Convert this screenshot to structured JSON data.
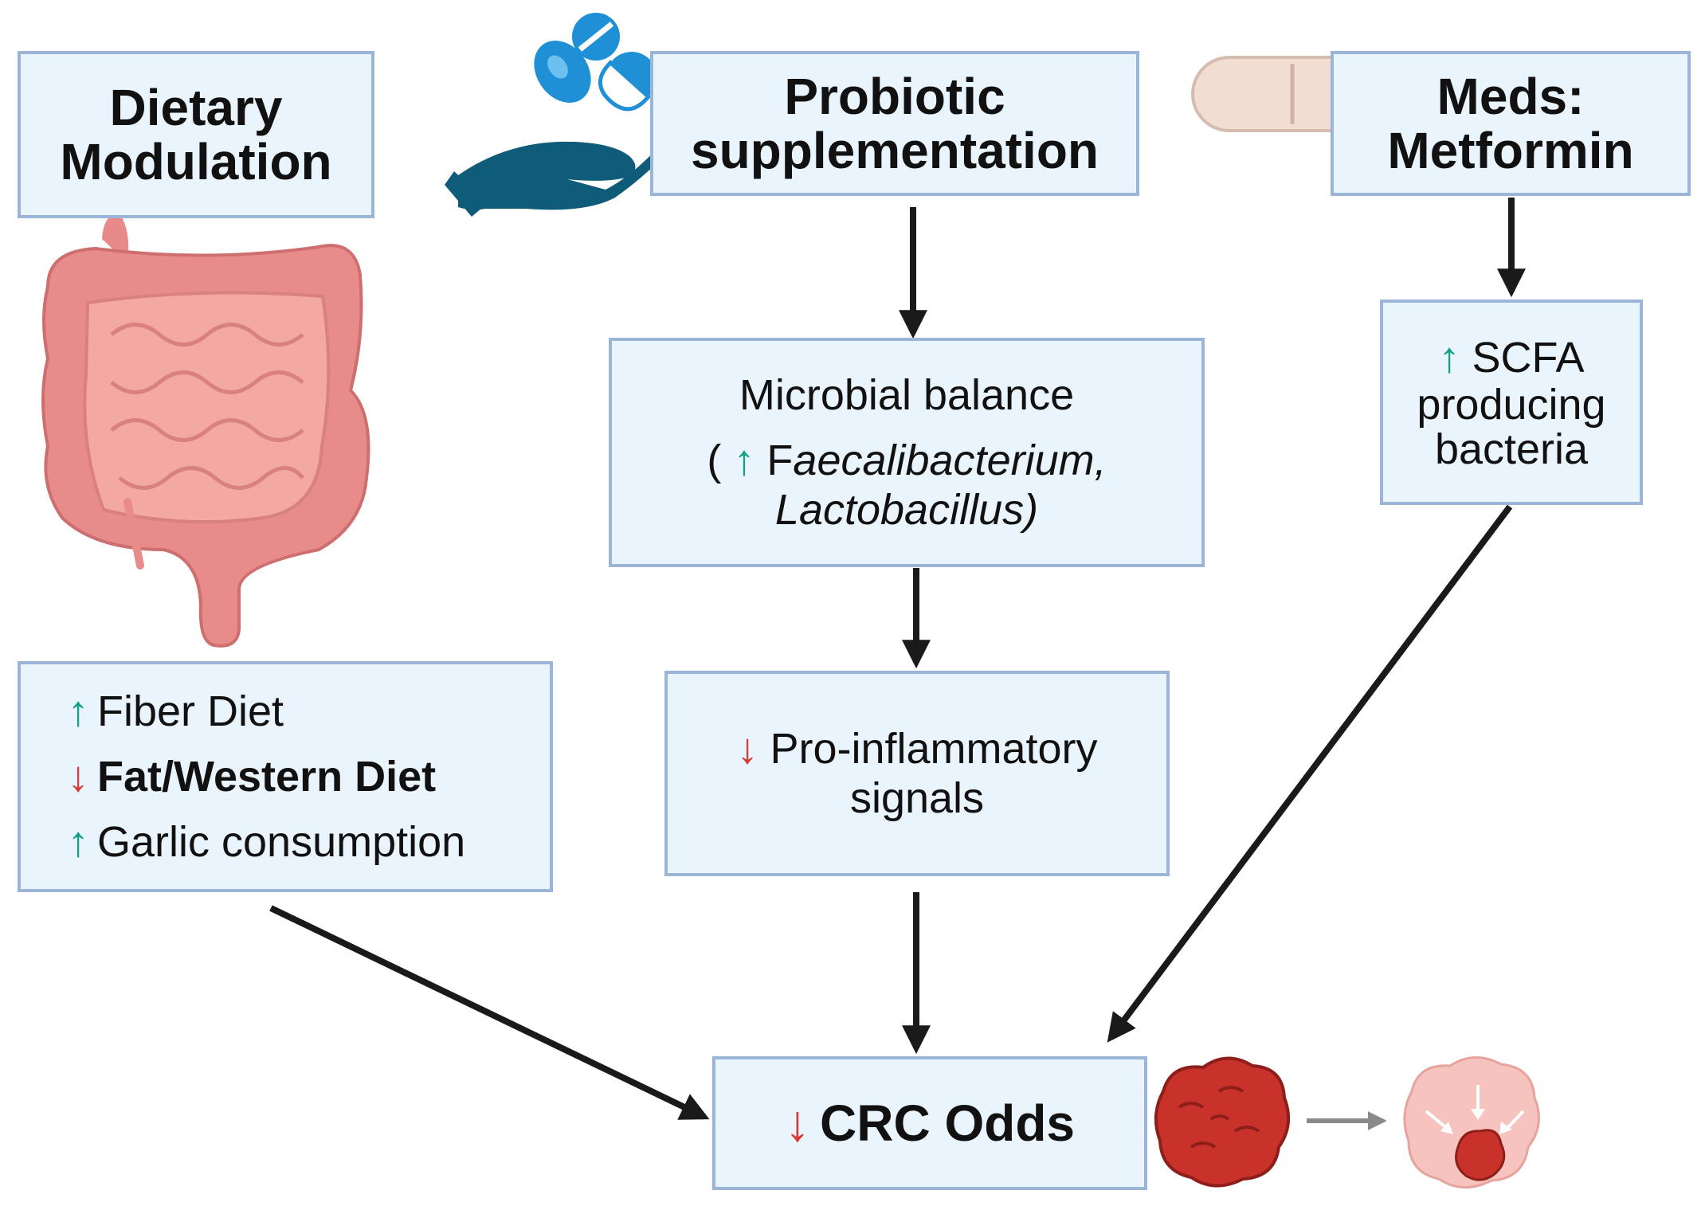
{
  "colors": {
    "box_fill": "#eaf4fc",
    "box_border": "#9cb4d6",
    "up_arrow": "#12a089",
    "down_arrow": "#d93a33",
    "arrow": "#1a1a1a"
  },
  "glyphs": {
    "up": "↑",
    "down": "↓"
  },
  "dietary": {
    "title_line1": "Dietary",
    "title_line2": "Modulation"
  },
  "probiotic": {
    "title_line1": "Probiotic",
    "title_line2": "supplementation"
  },
  "meds": {
    "title_line1": "Meds:",
    "title_line2": "Metformin"
  },
  "microbial": {
    "line1": "Microbial balance",
    "paren_open": "(",
    "genus1_initial": "F",
    "genus1_rest": "aecalibacterium,",
    "genus2": "Lactobacillus)"
  },
  "scfa": {
    "line1": "SCFA",
    "line2": "producing",
    "line3": "bacteria"
  },
  "inflammatory": {
    "line1": "Pro-inflammatory",
    "line2": "signals"
  },
  "diet_list": [
    {
      "direction": "up",
      "label": "Fiber Diet"
    },
    {
      "direction": "down",
      "label": "Fat/Western Diet"
    },
    {
      "direction": "up",
      "label": "Garlic consumption"
    }
  ],
  "crc": {
    "label": "CRC Odds"
  },
  "icons": [
    "hand-pills-icon",
    "tablet-icon",
    "intestine-icon",
    "tumor-icon",
    "shrinking-tumor-icon"
  ]
}
